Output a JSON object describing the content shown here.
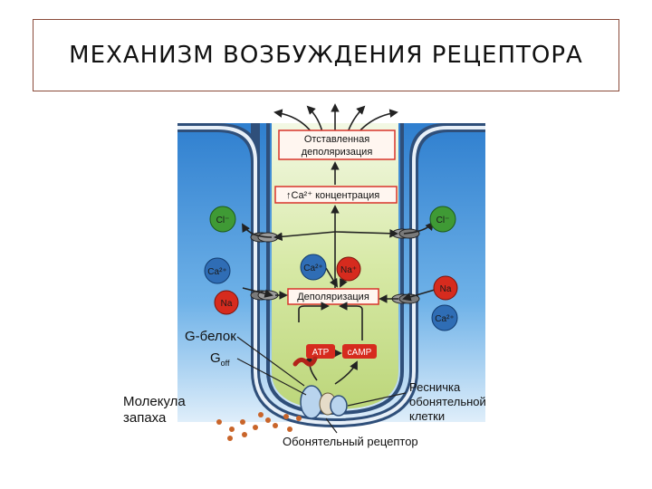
{
  "title": "МЕХАНИЗМ ВОЗБУЖДЕНИЯ РЕЦЕПТОРА",
  "boxes": {
    "delayed_1": "Отставленная",
    "delayed_2": "деполяризация",
    "ca_conc": "Ca²⁺ концентрация",
    "depol": "Деполяризация"
  },
  "ions": {
    "cl": "Cl⁻",
    "ca": "Ca²⁺",
    "na": "Na",
    "na_plus": "Na⁺"
  },
  "molecules": {
    "atp": "ATP",
    "camp": "cAMP"
  },
  "labels": {
    "g_protein": "G-белок",
    "g_off_main": "G",
    "g_off_sub": "off",
    "odor_1": "Молекула",
    "odor_2": "запаха",
    "cilium_1": "Ресничка",
    "cilium_2": "обонятельной",
    "cilium_3": "клетки",
    "receptor": "Обонятельный рецептор"
  },
  "colors": {
    "extracell": "#3f8fd6",
    "intracell": "#cfe39a",
    "membrane": "#2f4f7a",
    "red_ion": "#d62b1e",
    "green_ion": "#3f9a35",
    "blue_ion": "#2f6db5",
    "box_border": "#d8342a"
  }
}
